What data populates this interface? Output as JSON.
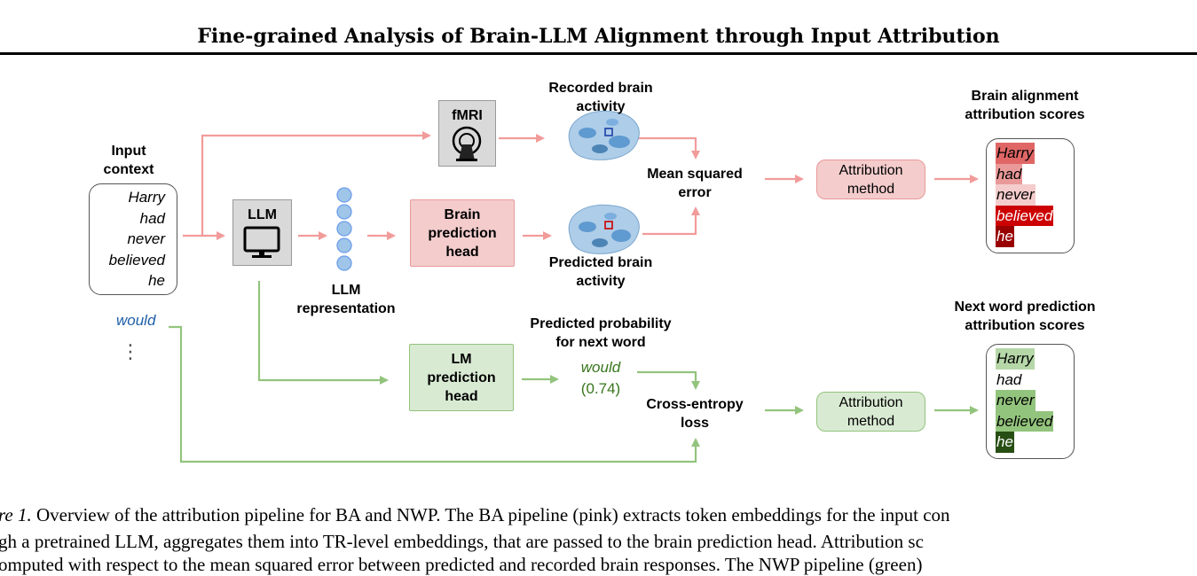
{
  "title": "Fine-grained Analysis of Brain-LLM Alignment through Input Attribution",
  "input": {
    "heading_1": "Input",
    "heading_2": "context",
    "words": [
      "Harry",
      "had",
      "never",
      "believed",
      "he"
    ],
    "next_word": "would",
    "ellipsis": "⋮"
  },
  "llm": {
    "label": "LLM",
    "icon": "monitor-icon",
    "rep_label_1": "LLM",
    "rep_label_2": "representation"
  },
  "fmri": {
    "label": "fMRI",
    "icon": "mri-scanner-icon"
  },
  "brain_head": {
    "line1": "Brain",
    "line2": "prediction",
    "line3": "head"
  },
  "lm_head": {
    "line1": "LM",
    "line2": "prediction",
    "line3": "head"
  },
  "recorded": {
    "line1": "Recorded brain",
    "line2": "activity"
  },
  "predicted": {
    "line1": "Predicted brain",
    "line2": "activity"
  },
  "mse": {
    "line1": "Mean squared",
    "line2": "error"
  },
  "pred_prob": {
    "line1": "Predicted probability",
    "line2": "for next word",
    "word": "would",
    "value": "(0.74)"
  },
  "ce": {
    "line1": "Cross-entropy",
    "line2": "loss"
  },
  "attribution_top": {
    "line1": "Attribution",
    "line2": "method"
  },
  "attribution_bottom": {
    "line1": "Attribution",
    "line2": "method"
  },
  "ba_scores": {
    "heading_1": "Brain alignment",
    "heading_2": "attribution scores",
    "tokens": [
      {
        "word": "Harry",
        "color": "#e06666",
        "text_color": "#000000"
      },
      {
        "word": "had",
        "color": "#ea9999",
        "text_color": "#000000"
      },
      {
        "word": "never",
        "color": "#f4cccc",
        "text_color": "#000000"
      },
      {
        "word": "believed",
        "color": "#cc0000",
        "text_color": "#ffffff"
      },
      {
        "word": "he",
        "color": "#990000",
        "text_color": "#ffffff"
      }
    ]
  },
  "nwp_scores": {
    "heading_1": "Next word prediction",
    "heading_2": "attribution scores",
    "tokens": [
      {
        "word": "Harry",
        "color": "#b6d7a8",
        "text_color": "#000000"
      },
      {
        "word": "had",
        "color": "#ffffff",
        "text_color": "#000000"
      },
      {
        "word": "never",
        "color": "#93c47d",
        "text_color": "#000000"
      },
      {
        "word": "believed",
        "color": "#93c47d",
        "text_color": "#000000"
      },
      {
        "word": "he",
        "color": "#274e13",
        "text_color": "#ffffff"
      }
    ]
  },
  "colors": {
    "pink_arrow": "#f29b9b",
    "green_arrow": "#93c47d",
    "blue_word": "#1f5fa8",
    "green_word": "#38761d"
  },
  "caption": {
    "line1_label": "re 1.",
    "line1": " Overview of the attribution pipeline for BA and NWP. The BA pipeline (pink) extracts token embeddings for the input con",
    "line2": "gh a pretrained LLM, aggregates them into TR-level embeddings, that are passed to the brain prediction head. Attribution sc",
    "line3": "omputed with respect to the mean squared error between predicted and recorded brain responses. The NWP pipeline (green)"
  }
}
